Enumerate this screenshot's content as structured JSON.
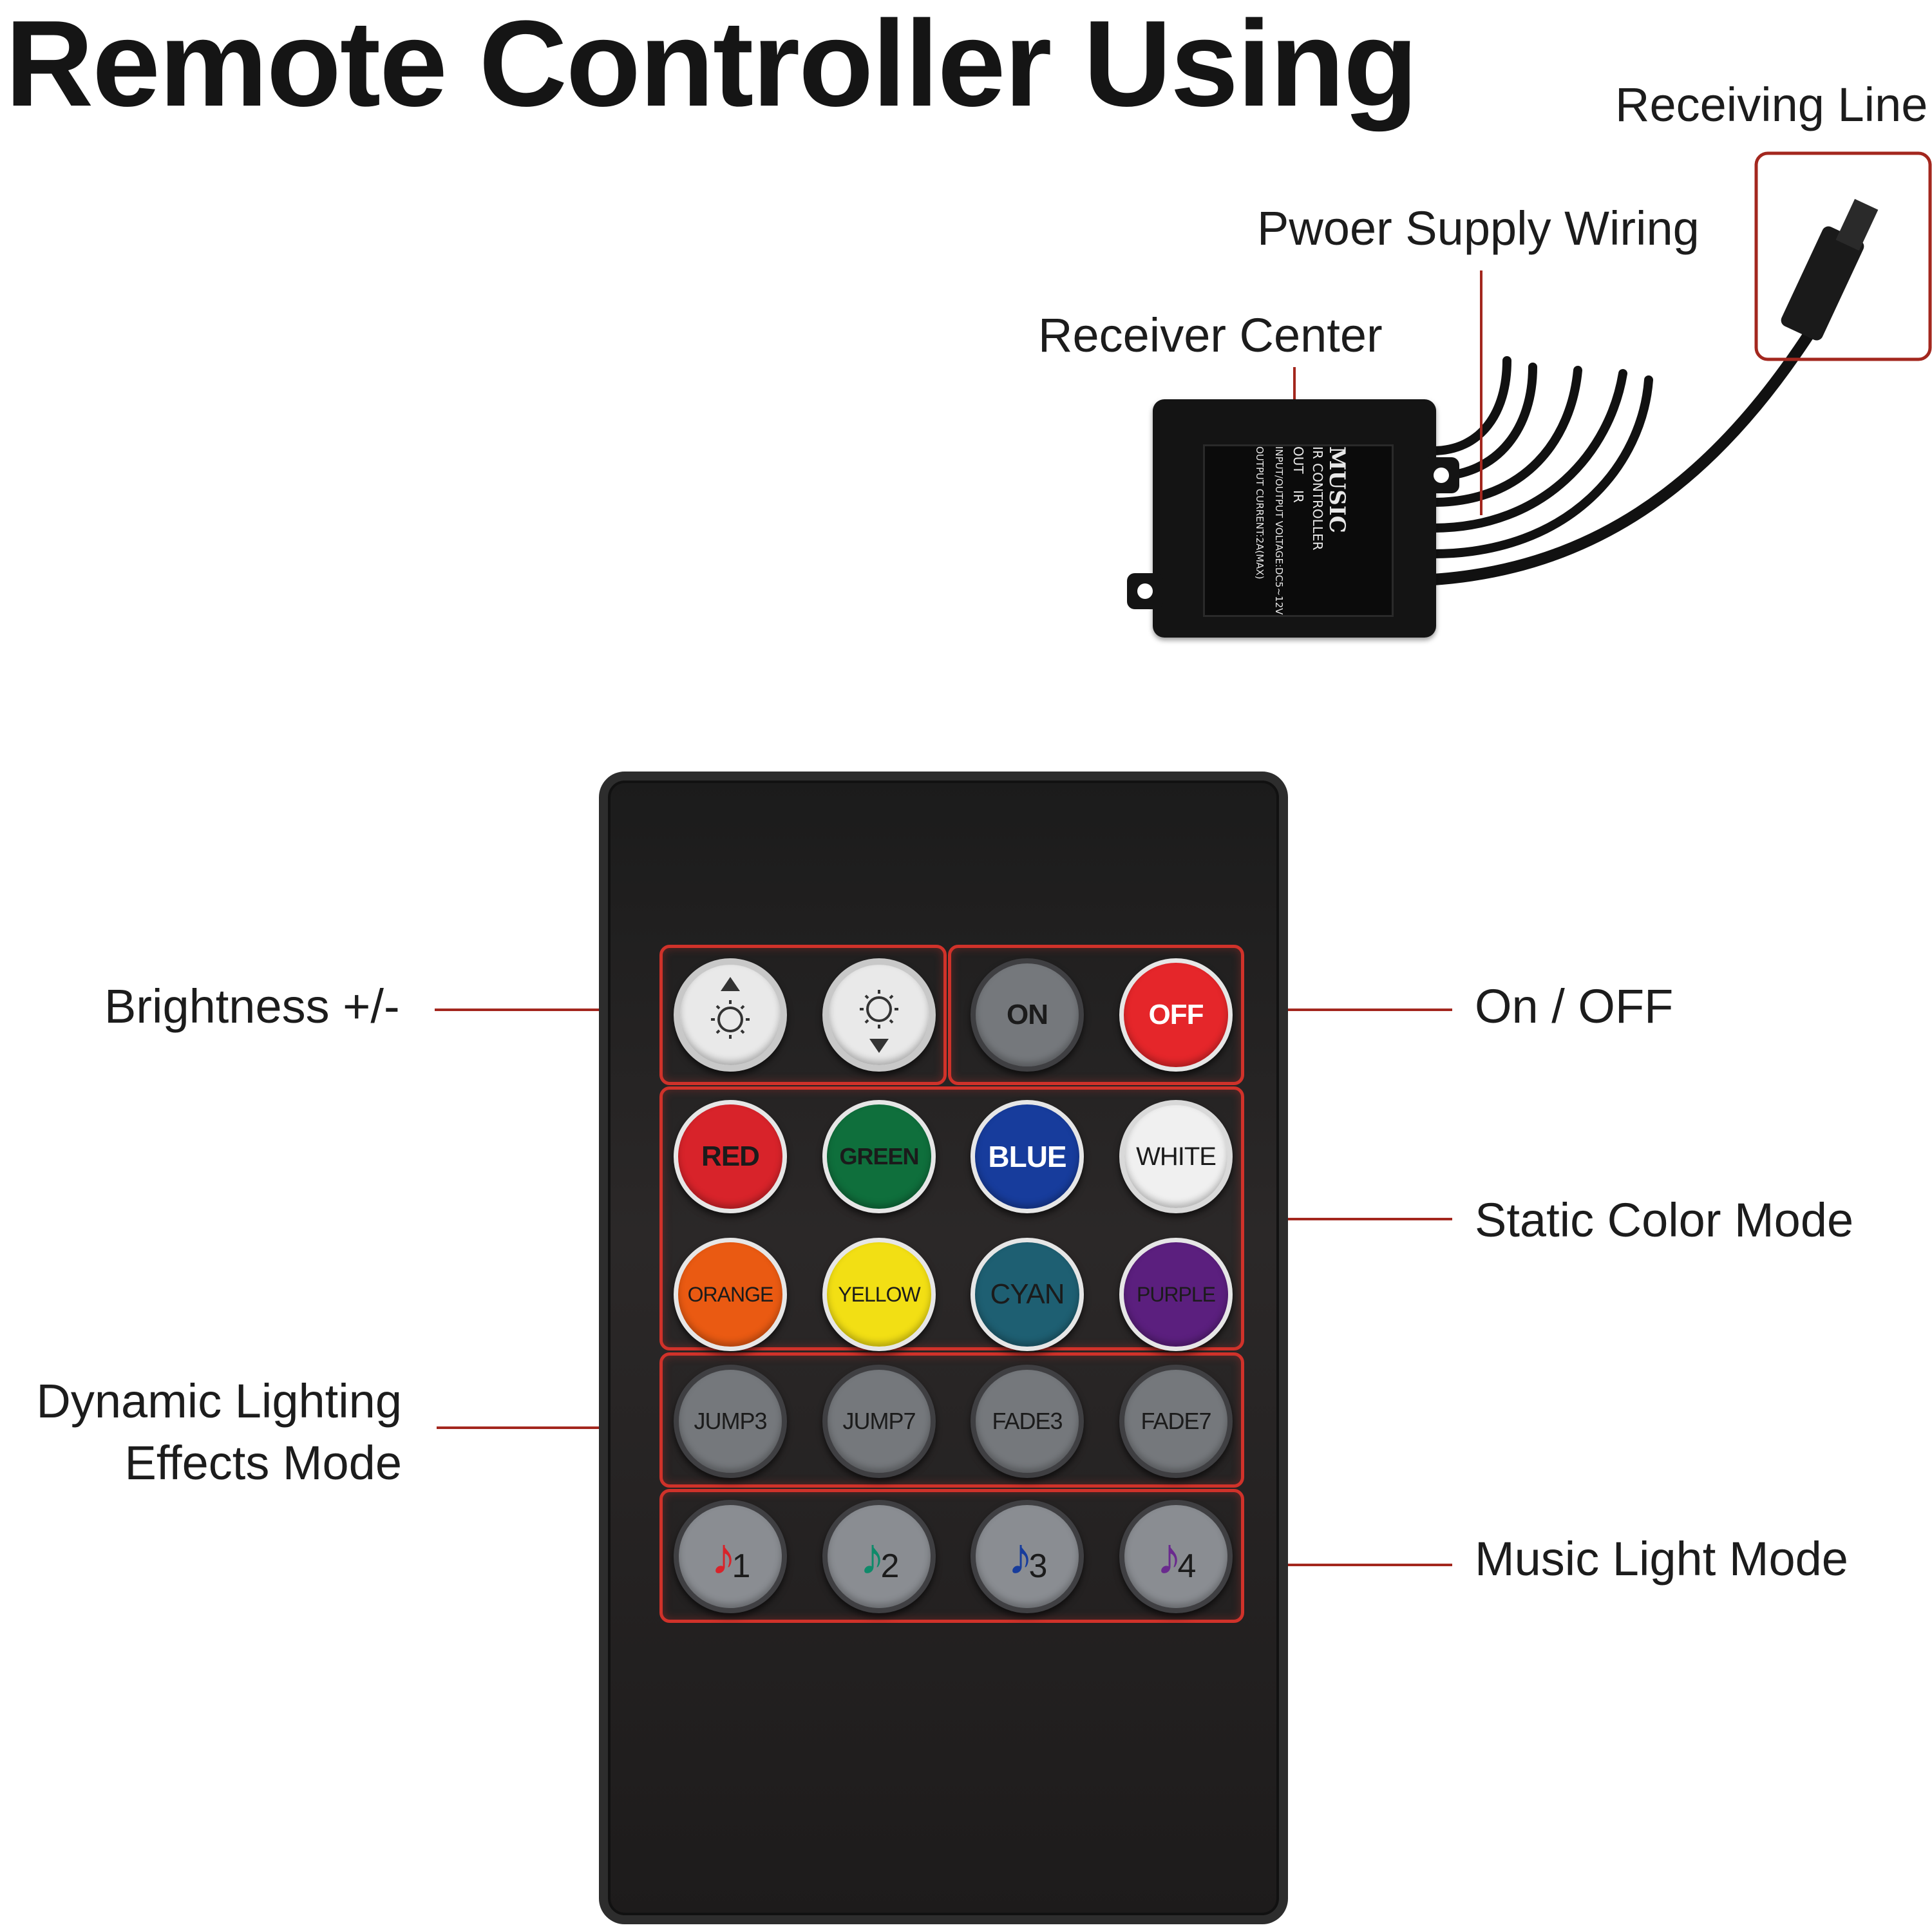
{
  "title": "Remote Controller Using",
  "callouts": {
    "receiving_line": "Receiving Line",
    "power_supply": "Pwoer Supply Wiring",
    "receiver_center": "Receiver Center",
    "brightness": "Brightness +/-",
    "on_off": "On / OFF",
    "static_color": "Static Color Mode",
    "dynamic_line1": "Dynamic Lighting",
    "dynamic_line2": "Effects Mode",
    "music_mode": "Music Light Mode"
  },
  "receiver_box": {
    "brand": "MUSIC",
    "line1": "IR CONTROLLER",
    "line2": "OUT    IR",
    "line3": "INPUT/OUTPUT VOLTAGE:DC5~12V",
    "line4": "OUTPUT CURRENT:2A(MAX)"
  },
  "buttons": {
    "on": "ON",
    "off": "OFF",
    "red": "RED",
    "green": "GREEN",
    "blue": "BLUE",
    "white": "WHITE",
    "orange": "ORANGE",
    "yellow": "YELLOW",
    "cyan": "CYAN",
    "purple": "PURPLE",
    "jump3": "JUMP3",
    "jump7": "JUMP7",
    "fade3": "FADE3",
    "fade7": "FADE7",
    "music1": "1",
    "music2": "2",
    "music3": "3",
    "music4": "4"
  },
  "colors": {
    "callout_line": "#a3271e",
    "group_border": "#d0322a",
    "red": "#d8232a",
    "green": "#0f6f3c",
    "blue": "#173c9c",
    "white": "#f0f0f0",
    "orange": "#ea5a12",
    "yellow": "#f2df14",
    "cyan": "#1e5f72",
    "purple": "#5b1f7e",
    "off": "#e5262a"
  },
  "icons": {
    "brightness_up": "sun-up-icon",
    "brightness_down": "sun-down-icon",
    "music": "music-note-icon"
  }
}
